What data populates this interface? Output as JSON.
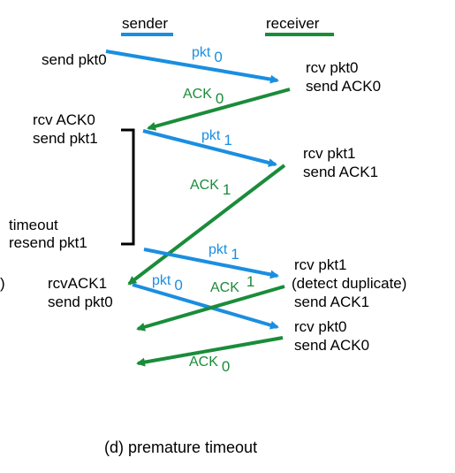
{
  "colors": {
    "sender": "#1a8ee0",
    "receiver": "#1a8c3a",
    "text": "#000000",
    "bracket": "#000000"
  },
  "legend": {
    "sender": "sender",
    "receiver": "receiver"
  },
  "sender_events": {
    "send_pkt0": "send pkt0",
    "rcv_ack0": "rcv ACK0",
    "send_pkt1": "send pkt1",
    "timeout": "timeout",
    "resend_pkt1": "resend pkt1",
    "rcvack1": "rcvACK1",
    "send_pkt0_b": "send pkt0"
  },
  "receiver_events": {
    "rcv_pkt0": "rcv pkt0",
    "send_ack0": "send ACK0",
    "rcv_pkt1": "rcv pkt1",
    "send_ack1": "send ACK1",
    "rcv_pkt1_b": "rcv pkt1",
    "detect_duplicate": "(detect duplicate)",
    "send_ack1_b": "send ACK1",
    "rcv_pkt0_b": "rcv pkt0",
    "send_ack0_b": "send ACK0"
  },
  "messages": [
    {
      "name": "pkt",
      "seq": "0"
    },
    {
      "name": "ACK",
      "seq": "0"
    },
    {
      "name": "pkt",
      "seq": "1"
    },
    {
      "name": "ACK",
      "seq": "1"
    },
    {
      "name": "pkt",
      "seq": "1"
    },
    {
      "name": "pkt",
      "seq": "0"
    },
    {
      "name": "ACK",
      "seq": "1"
    },
    {
      "name": "ACK",
      "seq": "0"
    }
  ],
  "edge_mark": ")",
  "caption": "(d) premature timeout"
}
